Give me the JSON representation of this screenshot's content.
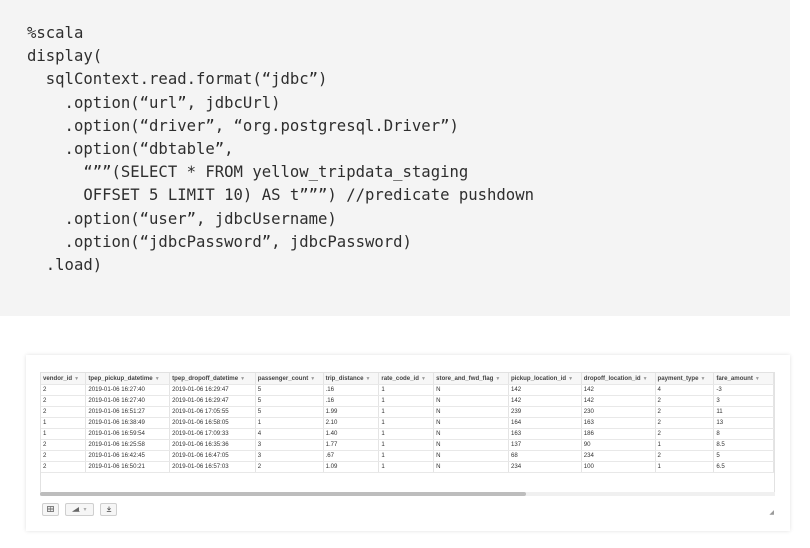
{
  "code": {
    "lines": [
      "%scala",
      "display(",
      "  sqlContext.read.format(“jdbc”)",
      "    .option(“url”, jdbcUrl)",
      "    .option(“driver”, “org.postgresql.Driver”)",
      "    .option(“dbtable”,",
      "      “””(SELECT * FROM yellow_tripdata_staging",
      "      OFFSET 5 LIMIT 10) AS t”””) //predicate pushdown",
      "    .option(“user”, jdbcUsername)",
      "    .option(“jdbcPassword”, jdbcPassword)",
      "  .load)"
    ]
  },
  "table": {
    "columns": [
      "vendor_id",
      "tpep_pickup_datetime",
      "tpep_dropoff_datetime",
      "passenger_count",
      "trip_distance",
      "rate_code_id",
      "store_and_fwd_flag",
      "pickup_location_id",
      "dropoff_location_id",
      "payment_type",
      "fare_amount"
    ],
    "rows": [
      [
        "2",
        "2019-01-06 16:27:40",
        "2019-01-06 16:29:47",
        "5",
        ".16",
        "1",
        "N",
        "142",
        "142",
        "4",
        "-3"
      ],
      [
        "2",
        "2019-01-06 16:27:40",
        "2019-01-06 16:29:47",
        "5",
        ".16",
        "1",
        "N",
        "142",
        "142",
        "2",
        "3"
      ],
      [
        "2",
        "2019-01-06 16:51:27",
        "2019-01-06 17:05:55",
        "5",
        "1.99",
        "1",
        "N",
        "239",
        "230",
        "2",
        "11"
      ],
      [
        "1",
        "2019-01-06 16:38:49",
        "2019-01-06 16:58:05",
        "1",
        "2.10",
        "1",
        "N",
        "164",
        "163",
        "2",
        "13"
      ],
      [
        "1",
        "2019-01-06 16:59:54",
        "2019-01-06 17:09:33",
        "4",
        "1.40",
        "1",
        "N",
        "163",
        "186",
        "2",
        "8"
      ],
      [
        "2",
        "2019-01-06 16:25:58",
        "2019-01-06 16:35:36",
        "3",
        "1.77",
        "1",
        "N",
        "137",
        "90",
        "1",
        "8.5"
      ],
      [
        "2",
        "2019-01-06 16:42:45",
        "2019-01-06 16:47:05",
        "3",
        ".67",
        "1",
        "N",
        "68",
        "234",
        "2",
        "5"
      ],
      [
        "2",
        "2019-01-06 16:50:21",
        "2019-01-06 16:57:03",
        "2",
        "1.09",
        "1",
        "N",
        "234",
        "100",
        "1",
        "6.5"
      ]
    ]
  },
  "toolbar": {
    "table_icon": "table-icon",
    "chart_icon": "bar-chart-icon",
    "dropdown_icon": "caret-down-icon",
    "download_icon": "download-icon"
  }
}
